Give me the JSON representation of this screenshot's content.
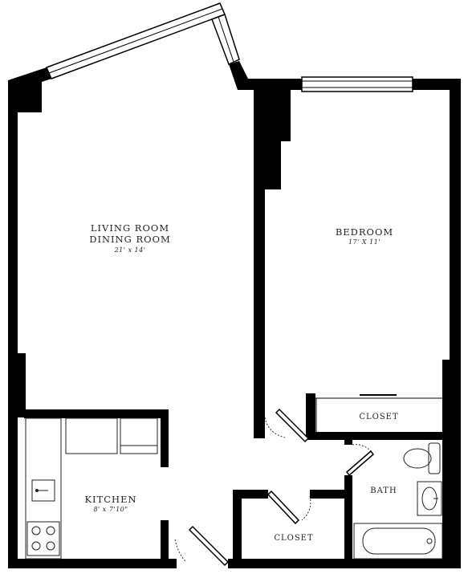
{
  "colors": {
    "wall": "#000000",
    "fixture": "#333333",
    "background": "#ffffff"
  },
  "rooms": {
    "living": {
      "name_line1": "LIVING ROOM",
      "name_line2": "DINING ROOM",
      "dimensions": "21' x 14'"
    },
    "bedroom": {
      "name": "BEDROOM",
      "dimensions": "17' X 11'"
    },
    "kitchen": {
      "name": "KITCHEN",
      "dimensions": "8' x 7'10\""
    },
    "bath": {
      "name": "BATH"
    },
    "closet_bedroom": {
      "name": "CLOSET"
    },
    "closet_hall": {
      "name": "CLOSET"
    }
  },
  "fixtures": [
    "window-icon",
    "door-icon",
    "sink-icon",
    "stove-icon",
    "toilet-icon",
    "bathtub-icon",
    "counter-icon",
    "sliding-door-icon"
  ]
}
